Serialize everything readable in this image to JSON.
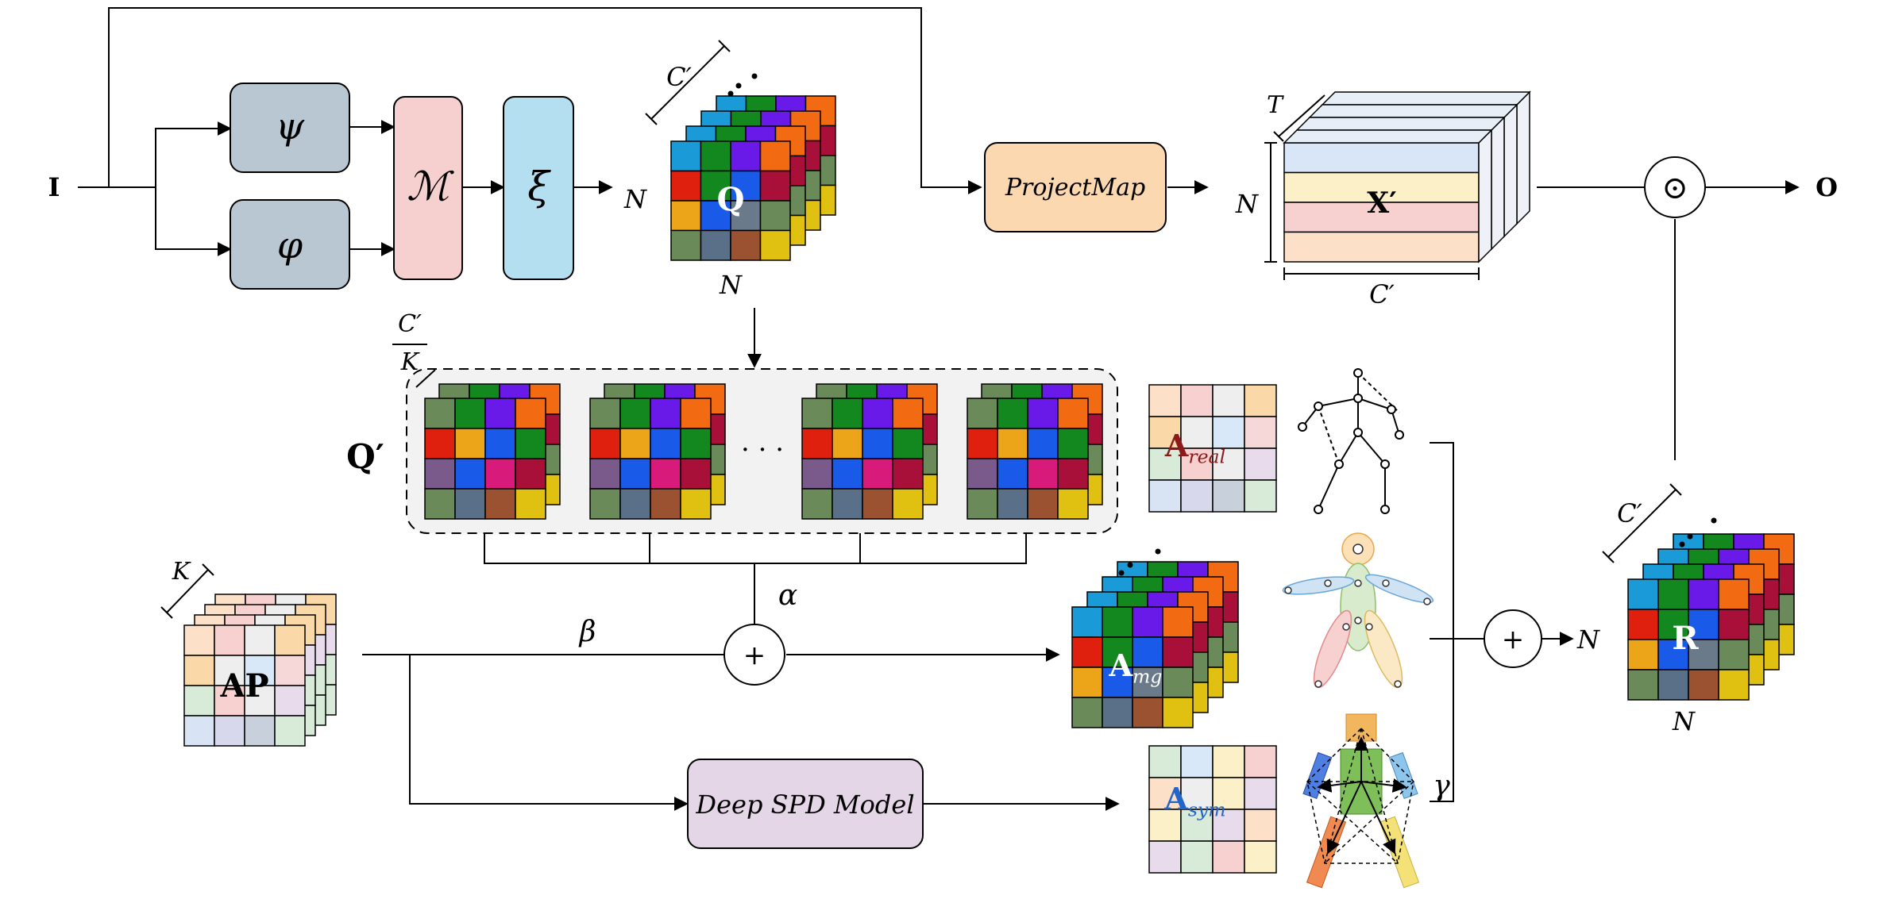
{
  "labels": {
    "input": "I",
    "output": "O",
    "psi": "ψ",
    "phi": "φ",
    "m_op": "ℳ",
    "xi": "ξ",
    "q": "Q",
    "q_prime": "Q′",
    "x_prime": "X′",
    "r": "R",
    "ap": "AP",
    "project_map": "ProjectMap",
    "deep_spd": "Deep SPD Model",
    "a_real_base": "A",
    "a_real_sub": "real",
    "a_mg_base": "A",
    "a_mg_sub": "mg",
    "a_sym_base": "A",
    "a_sym_sub": "sym",
    "dim_n": "N",
    "dim_c": "C′",
    "dim_t": "T",
    "dim_k": "K",
    "frac_num": "C′",
    "frac_den": "K",
    "alpha": "α",
    "beta": "β",
    "gamma": "γ",
    "plus": "+",
    "dots": "· · ·",
    "odot": "⊙"
  },
  "colors": {
    "psi_box": "#b9c7d3",
    "m_box": "#f6cfcf",
    "xi_box": "#b3dff0",
    "project_box": "#fbd8b0",
    "spd_box": "#e4d6e6",
    "dashed_panel": "#f2f2f2",
    "a_real_text": "#8b1a1a",
    "a_sym_text": "#2266cc"
  }
}
